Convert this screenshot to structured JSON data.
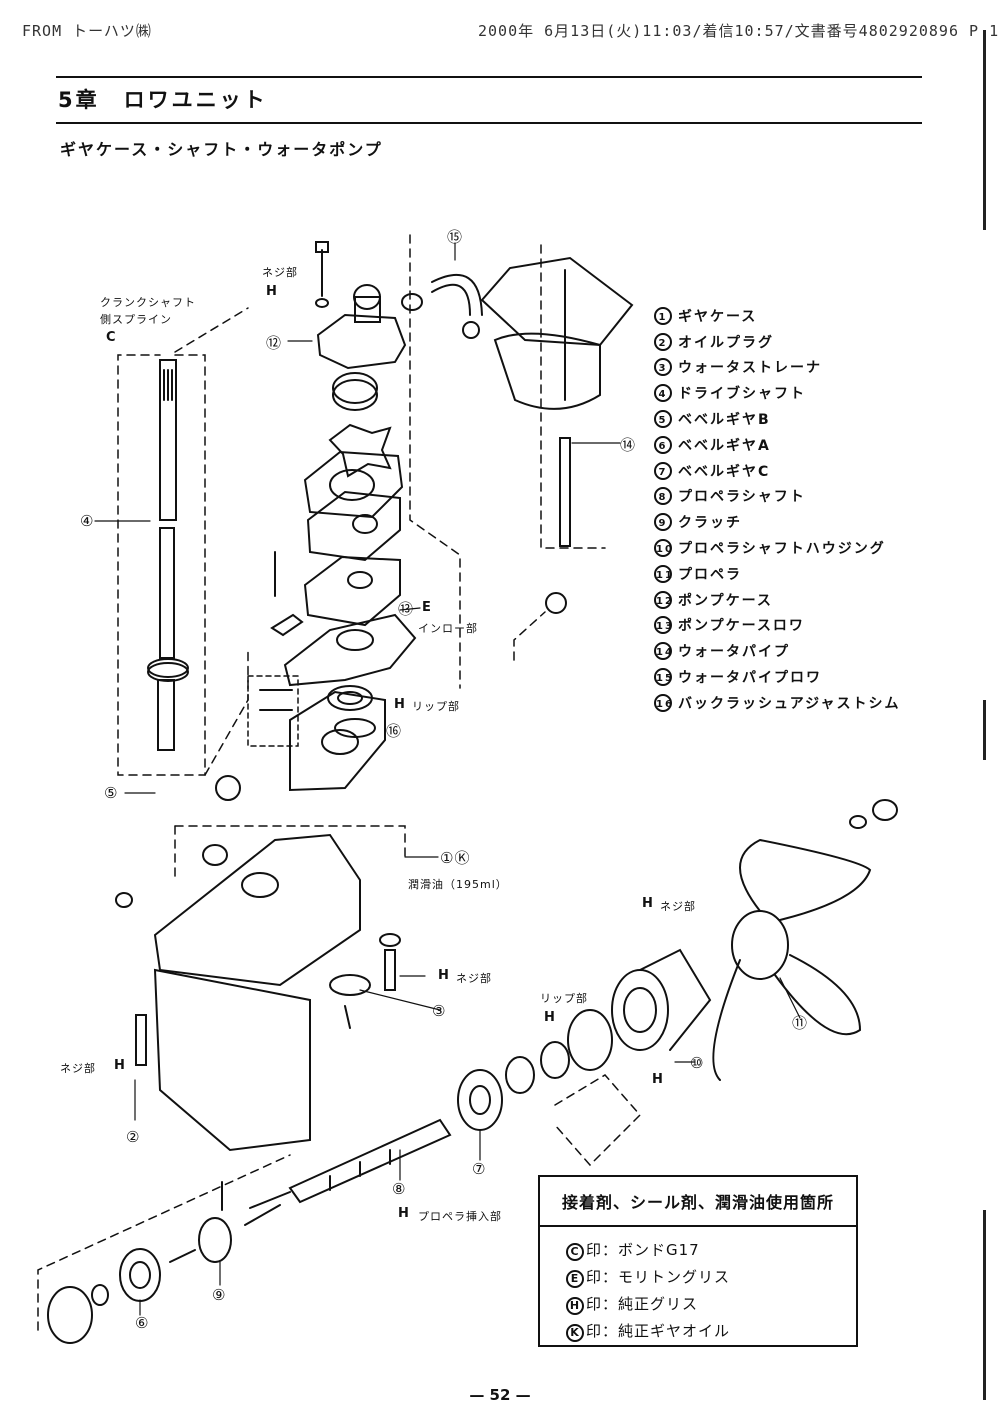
{
  "header": {
    "fax_left": "FROM トーハツ㈱",
    "fax_right": "2000年 6月13日(火)11:03/着信10:57/文書番号4802920896 P 1"
  },
  "page_title": "5章　ロワユニット",
  "subtitle": "ギヤケース・シャフト・ウォータポンプ",
  "parts": [
    {
      "num": "1",
      "name": "ギヤケース"
    },
    {
      "num": "2",
      "name": "オイルプラグ"
    },
    {
      "num": "3",
      "name": "ウォータストレーナ"
    },
    {
      "num": "4",
      "name": "ドライブシャフト"
    },
    {
      "num": "5",
      "name": "ベベルギヤB"
    },
    {
      "num": "6",
      "name": "ベベルギヤA"
    },
    {
      "num": "7",
      "name": "ベベルギヤC"
    },
    {
      "num": "8",
      "name": "プロペラシャフト"
    },
    {
      "num": "9",
      "name": "クラッチ"
    },
    {
      "num": "10",
      "name": "プロペラシャフトハウジング"
    },
    {
      "num": "11",
      "name": "プロペラ"
    },
    {
      "num": "12",
      "name": "ポンプケース"
    },
    {
      "num": "13",
      "name": "ポンプケースロワ"
    },
    {
      "num": "14",
      "name": "ウォータパイプ"
    },
    {
      "num": "15",
      "name": "ウォータパイプロワ"
    },
    {
      "num": "16",
      "name": "バックラッシュアジャストシム"
    }
  ],
  "labels": {
    "crank_spline_1": "クランクシャフト",
    "crank_spline_2": "側スプライン",
    "neji_top": "ネジ部",
    "inro": "インロー部",
    "lip_mid": "リップ部",
    "lube_oil": "潤滑油（195ml）",
    "neji_right": "ネジ部",
    "neji_left": "ネジ部",
    "lip_low": "リップ部",
    "neji_prop": "ネジ部",
    "prop_insert": "プロペラ挿入部"
  },
  "mark_labels": {
    "C": "C",
    "E": "E",
    "H": "H",
    "K": "K"
  },
  "callouts": {
    "n1k": "①Ⓚ",
    "n2": "②",
    "n3": "③",
    "n4": "④",
    "n5": "⑤",
    "n6": "⑥",
    "n7": "⑦",
    "n8": "⑧",
    "n9": "⑨",
    "n10": "⑩",
    "n11": "⑪",
    "n12": "⑫",
    "n13": "⑬",
    "n14": "⑭",
    "n15": "⑮",
    "n16": "⑯"
  },
  "usage_box": {
    "title": "接着剤、シール剤、潤滑油使用箇所",
    "items": [
      {
        "mark": "C",
        "text": "印：ボンドG17"
      },
      {
        "mark": "E",
        "text": "印：モリトングリス"
      },
      {
        "mark": "H",
        "text": "印：純正グリス"
      },
      {
        "mark": "K",
        "text": "印：純正ギヤオイル"
      }
    ]
  },
  "page_number": "— 52 —"
}
